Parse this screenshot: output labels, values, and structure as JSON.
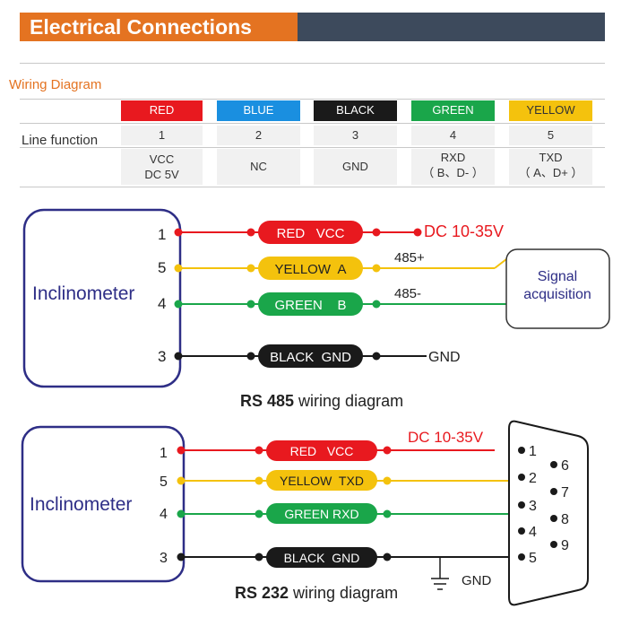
{
  "header": {
    "title": "Electrical Connections"
  },
  "wiring_table": {
    "subtitle": "Wiring Diagram",
    "row_label": "Line function",
    "columns": [
      {
        "color_name": "RED",
        "color": "#e8191f",
        "number": "1",
        "func": [
          "VCC",
          "DC 5V"
        ]
      },
      {
        "color_name": "BLUE",
        "color": "#1a8fe0",
        "number": "2",
        "func": [
          "NC"
        ]
      },
      {
        "color_name": "BLACK",
        "color": "#1a1a1a",
        "number": "3",
        "func": [
          "GND"
        ]
      },
      {
        "color_name": "GREEN",
        "color": "#1aa64a",
        "number": "4",
        "func": [
          "RXD",
          "（ B、D- ）"
        ]
      },
      {
        "color_name": "YELLOW",
        "color": "#f4c20d",
        "number": "5",
        "func": [
          "TXD",
          "（ A、D+ ）"
        ]
      }
    ]
  },
  "rs485": {
    "device": "Inclinometer",
    "pins": [
      "1",
      "5",
      "4",
      "3"
    ],
    "wires": [
      "RED   VCC",
      "YELLOW  A",
      "GREEN    B",
      "BLACK  GND"
    ],
    "power": "DC 10-35V",
    "line_485_plus": "485+",
    "line_485_minus": "485-",
    "gnd": "GND",
    "acq_line1": "Signal",
    "acq_line2": "acquisition",
    "caption_bold": "RS 485",
    "caption_rest": " wiring diagram"
  },
  "rs232": {
    "device": "Inclinometer",
    "pins": [
      "1",
      "5",
      "4",
      "3"
    ],
    "wires": [
      "RED   VCC",
      "YELLOW  TXD",
      "GREEN RXD",
      "BLACK  GND"
    ],
    "power": "DC 10-35V",
    "gnd": "GND",
    "db9_pins": [
      "1",
      "2",
      "3",
      "4",
      "5",
      "6",
      "7",
      "8",
      "9"
    ],
    "caption_bold": "RS 232",
    "caption_rest": " wiring diagram"
  },
  "colors": {
    "red": "#e8191f",
    "yellow": "#f4c20d",
    "green": "#1aa64a",
    "black": "#1a1a1a",
    "blue": "#2e2e86",
    "orange": "#e47321",
    "header": "#3d4a5c"
  }
}
